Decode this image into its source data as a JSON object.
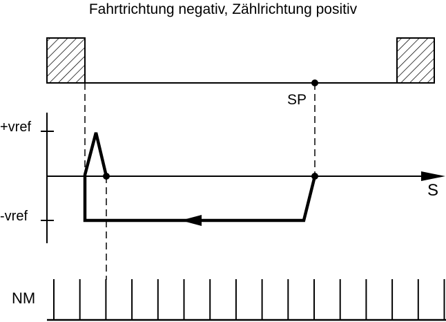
{
  "title": "Fahrtrichtung negativ, Zählrichtung  positiv",
  "labels": {
    "sp": "SP",
    "plus_vref": "+vref",
    "minus_vref": "-vref",
    "s_axis": "S",
    "nm": "NM"
  },
  "pulse_count": 16
}
